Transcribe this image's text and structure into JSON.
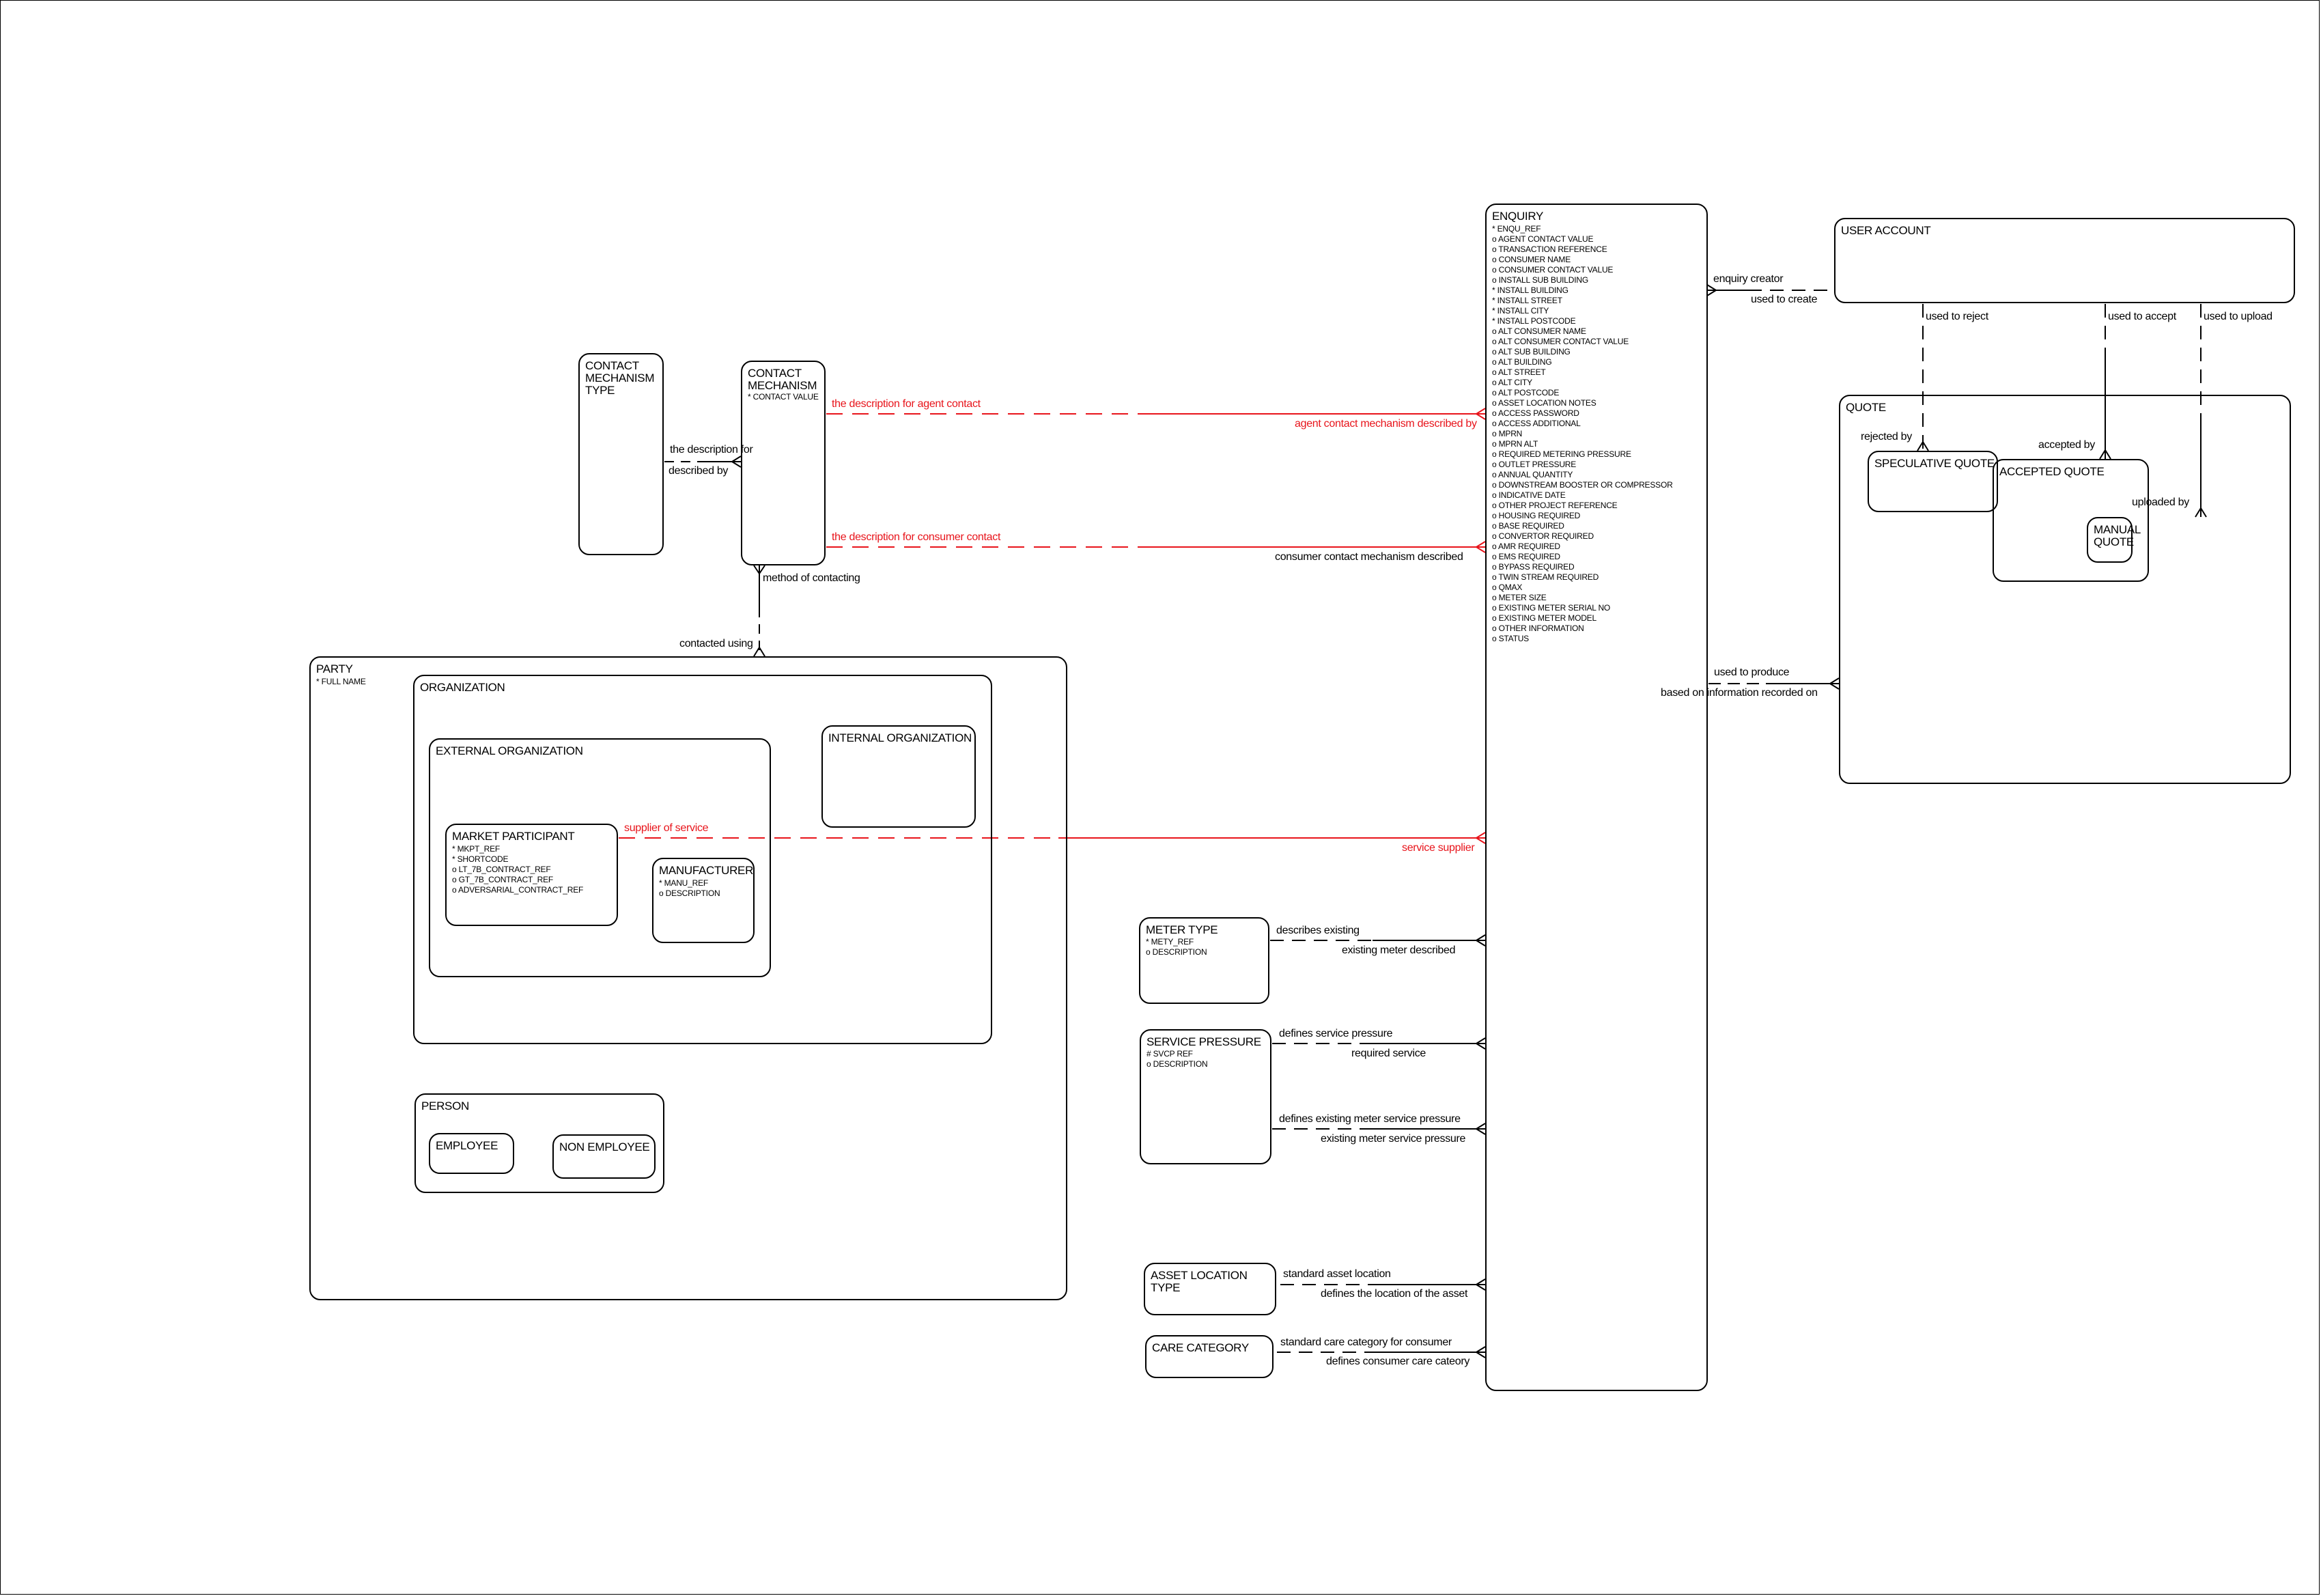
{
  "diagram": {
    "type": "entity-relationship",
    "colors": {
      "line": "#000000",
      "highlight": "#e8141b",
      "background": "#ffffff"
    }
  },
  "entities": {
    "enquiry": {
      "name": "ENQUIRY",
      "attributes": [
        "* ENQU_REF",
        "o AGENT CONTACT VALUE",
        "o TRANSACTION REFERENCE",
        "o CONSUMER NAME",
        "o CONSUMER CONTACT VALUE",
        "o INSTALL SUB BUILDING",
        "* INSTALL BUILDING",
        "* INSTALL STREET",
        "* INSTALL CITY",
        "* INSTALL POSTCODE",
        "o ALT CONSUMER NAME",
        "o ALT CONSUMER CONTACT VALUE",
        "o ALT SUB BUILDING",
        "o ALT BUILDING",
        "o ALT STREET",
        "o ALT CITY",
        "o ALT POSTCODE",
        "o ASSET LOCATION NOTES",
        "o ACCESS PASSWORD",
        "o ACCESS ADDITIONAL",
        "o MPRN",
        "o MPRN ALT",
        "o REQUIRED METERING PRESSURE",
        "o OUTLET PRESSURE",
        "o ANNUAL QUANTITY",
        "o DOWNSTREAM BOOSTER OR COMPRESSOR",
        "o INDICATIVE DATE",
        "o OTHER PROJECT REFERENCE",
        "o HOUSING REQUIRED",
        "o BASE REQUIRED",
        "o CONVERTOR REQUIRED",
        "o AMR REQUIRED",
        "o EMS REQUIRED",
        "o BYPASS REQUIRED",
        "o TWIN STREAM REQUIRED",
        "o QMAX",
        "o METER SIZE",
        "o EXISTING METER SERIAL NO",
        "o EXISTING METER MODEL",
        "o OTHER INFORMATION",
        "o STATUS"
      ]
    },
    "user_account": {
      "name": "USER ACCOUNT"
    },
    "quote": {
      "name": "QUOTE"
    },
    "speculative_quote": {
      "name": "SPECULATIVE QUOTE"
    },
    "accepted_quote": {
      "name": "ACCEPTED QUOTE"
    },
    "manual_quote": {
      "name": "MANUAL\nQUOTE"
    },
    "contact_mechanism_type": {
      "name": "CONTACT\nMECHANISM\nTYPE"
    },
    "contact_mechanism": {
      "name": "CONTACT\nMECHANISM",
      "attributes": [
        "* CONTACT VALUE"
      ]
    },
    "party": {
      "name": "PARTY",
      "attributes": [
        "* FULL NAME"
      ]
    },
    "organization": {
      "name": "ORGANIZATION"
    },
    "external_organization": {
      "name": "EXTERNAL ORGANIZATION"
    },
    "internal_organization": {
      "name": "INTERNAL ORGANIZATION"
    },
    "market_participant": {
      "name": "MARKET PARTICIPANT",
      "attributes": [
        "* MKPT_REF",
        "* SHORTCODE",
        "o LT_7B_CONTRACT_REF",
        "o GT_7B_CONTRACT_REF",
        "o ADVERSARIAL_CONTRACT_REF"
      ]
    },
    "manufacturer": {
      "name": "MANUFACTURER",
      "attributes": [
        "* MANU_REF",
        "o DESCRIPTION"
      ]
    },
    "person": {
      "name": "PERSON"
    },
    "employee": {
      "name": "EMPLOYEE"
    },
    "non_employee": {
      "name": "NON EMPLOYEE"
    },
    "meter_type": {
      "name": "METER TYPE",
      "attributes": [
        "* METY_REF",
        "o DESCRIPTION"
      ]
    },
    "service_pressure": {
      "name": "SERVICE PRESSURE",
      "attributes": [
        "# SVCP REF",
        "o DESCRIPTION"
      ]
    },
    "asset_location_type": {
      "name": "ASSET LOCATION TYPE"
    },
    "care_category": {
      "name": "CARE CATEGORY"
    }
  },
  "relationships": {
    "cmt_cm": {
      "from_label": "the description for",
      "to_label": "described by"
    },
    "cm_agent": {
      "from_label": "the description for agent contact",
      "to_label": "agent contact mechanism described by",
      "highlighted": true
    },
    "cm_consumer": {
      "from_label": "the description for consumer contact",
      "to_label": "consumer contact mechanism described",
      "highlighted": true
    },
    "cm_party": {
      "from_label": "method of contacting",
      "to_label": "contacted using"
    },
    "mp_enquiry": {
      "from_label": "supplier of service",
      "to_label": "service supplier",
      "highlighted": true
    },
    "ua_enquiry": {
      "from_label": "enquiry creator",
      "to_label": "used to create"
    },
    "ua_spec": {
      "from_label": "used to reject",
      "to_label": "rejected by"
    },
    "ua_accepted": {
      "from_label": "used to accept",
      "to_label": "accepted by"
    },
    "ua_manual": {
      "from_label": "used to upload",
      "to_label": "uploaded by"
    },
    "enquiry_quote": {
      "from_label": "used to produce",
      "to_label": "based on information recorded on"
    },
    "meter_type_enquiry": {
      "from_label": "describes existing",
      "to_label": "existing meter described"
    },
    "svcp_required": {
      "from_label": "defines service pressure",
      "to_label": "required service"
    },
    "svcp_existing": {
      "from_label": "defines existing meter service pressure",
      "to_label": "existing meter service pressure"
    },
    "alt_enquiry": {
      "from_label": "standard asset location",
      "to_label": "defines the location of the asset"
    },
    "care_enquiry": {
      "from_label": "standard care category for consumer",
      "to_label": "defines consumer care cateory"
    }
  }
}
